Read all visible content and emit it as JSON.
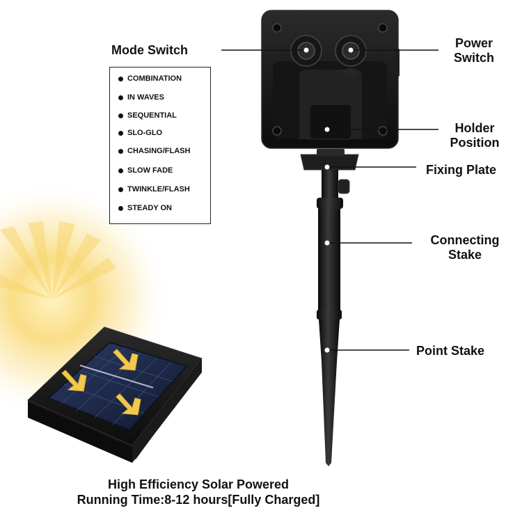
{
  "labels": {
    "mode_switch": "Mode Switch",
    "power_switch": [
      "Power",
      "Switch"
    ],
    "holder_position": [
      "Holder",
      "Position"
    ],
    "fixing_plate": "Fixing Plate",
    "connecting_stake": [
      "Connecting",
      "Stake"
    ],
    "point_stake": "Point Stake"
  },
  "modes": [
    "COMBINATION",
    "IN WAVES",
    "SEQUENTIAL",
    "SLO-GLO",
    "CHASING/FLASH",
    "SLOW FADE",
    "TWINKLE/FLASH",
    "STEADY ON"
  ],
  "caption": {
    "line1": "High Efficiency Solar Powered",
    "line2": "Running Time:8-12 hours[Fully Charged]"
  },
  "colors": {
    "device": "#1a1a1a",
    "glow": "#f7d46b",
    "arrow": "#f2c94c",
    "panel_cell": "#1e2a4a"
  }
}
